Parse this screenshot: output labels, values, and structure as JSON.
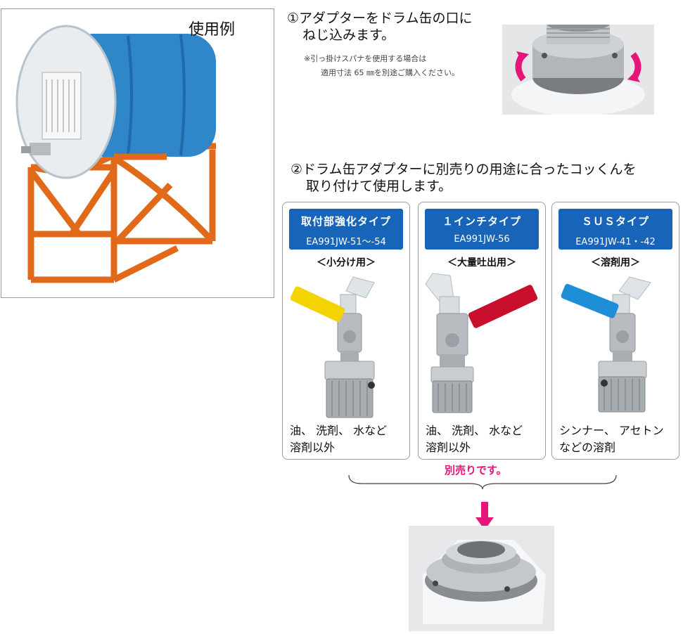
{
  "example": {
    "label": "使用例"
  },
  "step1": {
    "line1": "①アダプターをドラム缶の口に",
    "line2": "ねじ込みます。",
    "note_line1": "※引っ掛けスパナを使用する場合は",
    "note_line2": "適用寸法 65 ㎜を別途ご購入ください。"
  },
  "step2": {
    "line1": "②ドラム缶アダプターに別売りの用途に合ったコッくんを",
    "line2": "取り付けて使用します。"
  },
  "cards": [
    {
      "name": "取付部強化タイプ",
      "code": "EA991JW-51～-54",
      "usage": "＜小分け用＞",
      "desc_line1": "油、 洗剤、 水など",
      "desc_line2": "溶剤以外",
      "handle_color": "#f3d300"
    },
    {
      "name": "１インチタイプ",
      "code": "EA991JW-56",
      "usage": "＜大量吐出用＞",
      "desc_line1": "油、 洗剤、 水など",
      "desc_line2": "溶剤以外",
      "handle_color": "#c8102e"
    },
    {
      "name": "ＳＵＳタイプ",
      "code": "EA991JW-41・-42",
      "usage": "＜溶剤用＞",
      "desc_line1": "シンナー、 アセトン",
      "desc_line2": "などの溶剤",
      "handle_color": "#1e8fd6"
    }
  ],
  "sold_separately": "別売りです。",
  "colors": {
    "header_blue": "#1864b8",
    "accent_magenta": "#e5157a",
    "drum_blue": "#2f86c9",
    "stand_orange": "#e06a1a"
  }
}
